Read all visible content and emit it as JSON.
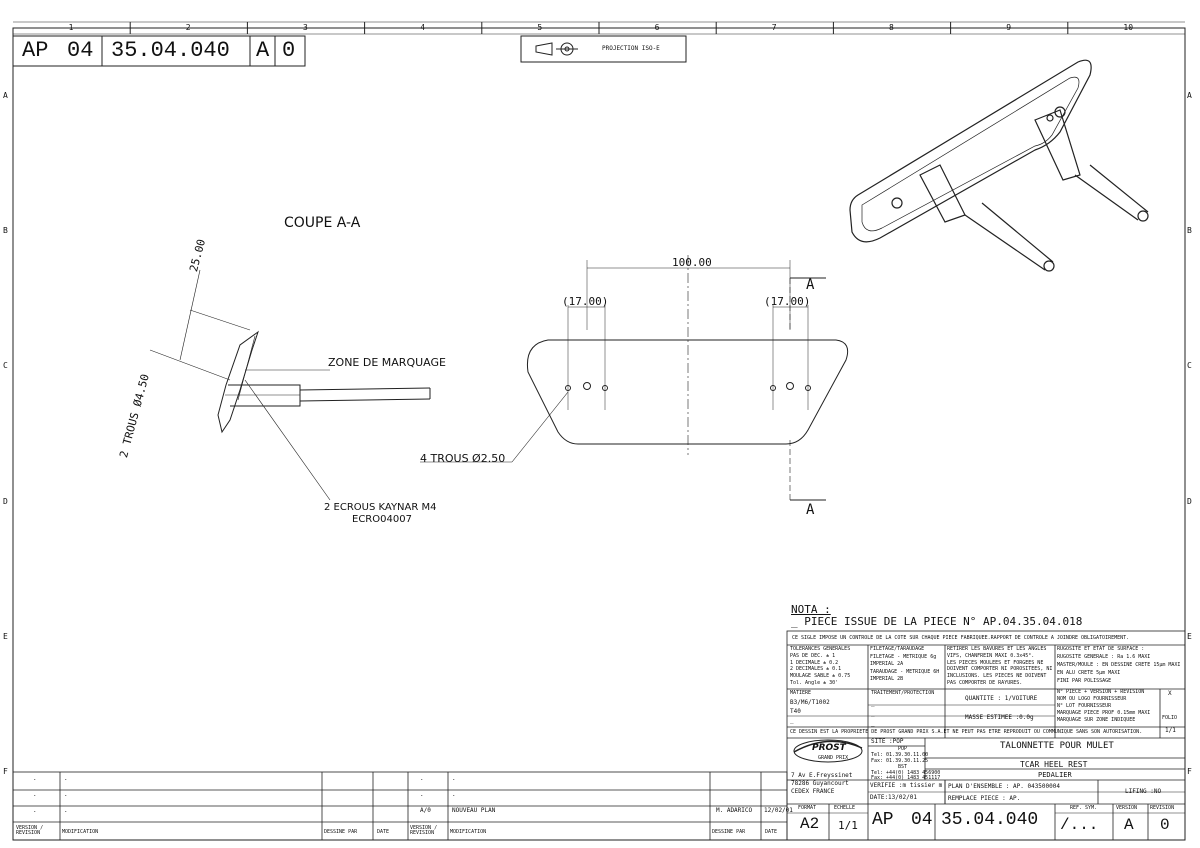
{
  "border": {
    "columns": [
      "1",
      "2",
      "3",
      "4",
      "5",
      "6",
      "7",
      "8",
      "9",
      "10"
    ],
    "rows": [
      "A",
      "B",
      "C",
      "D",
      "E",
      "F"
    ]
  },
  "header": {
    "doc_prefix": "AP",
    "doc_code1": "04",
    "doc_number": "35.04.040",
    "doc_letter": "A",
    "doc_version": "0",
    "projection_label": "PROJECTION ISO-E"
  },
  "section_view": {
    "title": "COUPE A-A",
    "dim_angle": "25.00",
    "dim_holes": "2 TROUS Ø4.50",
    "zone_label": "ZONE DE MARQUAGE",
    "nuts_line1": "2 ECROUS KAYNAR M4",
    "nuts_line2": "ECRO04007"
  },
  "front_view": {
    "dim_total": "100.00",
    "dim_left": "(17.00)",
    "dim_right": "(17.00)",
    "section_mark_top": "A",
    "section_mark_bottom": "A",
    "holes_label": "4 TROUS Ø2.50"
  },
  "note": {
    "title": "NOTA :",
    "text": "_ PIECE ISSUE DE LA PIECE N° AP.04.35.04.018"
  },
  "title_block": {
    "control_note": "CE SIGLE IMPOSE UN CONTROLE DE LA COTE SUR CHAQUE PIECE FABRIQUEE.RAPPORT DE CONTROLE A JOINDRE OBLIGATOIREMENT.",
    "tolerances": [
      "TOLERANCES GENERALES",
      "PAS DE DEC.   ± 1",
      "1 DECIMALE   ± 0.2",
      "2 DECIMALES   ± 0.1",
      "MOULAGE SABLE   ± 0.75",
      "Tol. Angle   ± 30'"
    ],
    "threads": [
      "FILETAGE/TARAUDAGE",
      "FILETAGE - METRIQUE 6g",
      "IMPERIAL 2A",
      "TARAUDAGE - METRIQUE 6H",
      "IMPERIAL 2B"
    ],
    "edges": [
      "RETIRER LES BAVURES ET LES ANGLES",
      "VIFS, CHANFREIN MAXI 0.3x45°.",
      "LES PIECES MOULEES ET FORGEES NE",
      "DOIVENT COMPORTER NI POROSITEES, NI",
      "INCLUSIONS. LES PIECES NE DOIVENT",
      "PAS COMPORTER DE RAYURES."
    ],
    "roughness": [
      "RUGOSITE ET ETAT DE SURFACE :",
      "RUGOSITE GENERALE : Ra 1.6 MAXI",
      "MASTER/MOULE : EN DESSINE CRETE 15µm MAXI",
      "EN ALU CRETE 5µm MAXI",
      "FINI PAR POLISSAGE"
    ],
    "matiere_label": "MATIERE",
    "matiere_value1": "B3/M6/T1002",
    "matiere_value2": "T40",
    "dash": "_",
    "treatment_label": "TRAITEMENT/PROTECTION",
    "quantity": "QUANTITE : 1/VOITURE",
    "mass": "MASSE ESTIMEE :0.0g",
    "piece_info": [
      "N° PIECE + VERSION + REVISION",
      "NOM OU LOGO FOURNISSEUR",
      "N° LOT FOURNISSEUR",
      "MARQUAGE PIECE PROF 0.15mm MAXI",
      "MARQUAGE SUR ZONE INDIQUEE"
    ],
    "x_box": "X",
    "folio_label": "FOLIO",
    "folio_value": "1/1",
    "property_note": "CE DESSIN EST LA PROPRIETE DE PROST GRAND PRIX S.A.ET NE PEUT PAS ETRE REPRODUIT OU COMMUNIQUE SANS SON AUTORISATION.",
    "company": "PROST",
    "company_sub": "GRAND PRIX",
    "address": [
      "7 Av E.Freyssinet",
      "78286 Guyancourt",
      "CEDEX FRANCE"
    ],
    "site": "SITE :POP",
    "site_pop": "POP",
    "site_pop_tel": "Tel: 01.39.30.11.00",
    "site_pop_fax": "Fax: 01.39.30.11.25",
    "site_bst": "BST",
    "site_bst_tel": "Tel: +44(0) 1483 456900",
    "site_bst_fax": "Fax: +44(0) 1483 451117",
    "verified": "VERIFIE :m tissier m",
    "date": "DATE:13/02/01",
    "title_fr": "TALONNETTE POUR MULET",
    "title_en": "TCAR HEEL REST",
    "subtitle": "PEDALIER",
    "plan_ensemble": "PLAN D'ENSEMBLE : AP. 043500004",
    "remplace": "REMPLACE PIECE : AP.",
    "lifting": "LIFING :NO",
    "format_label": "FORMAT",
    "format_value": "A2",
    "scale_label": "ECHELLE",
    "scale_value": "1/1",
    "ref_sym_label": "REF. SYM.",
    "ref_sym_value": "/...",
    "version_label": "VERSION",
    "revision_label": "REVISION",
    "version_value": "A",
    "revision_value": "0"
  },
  "revision_table": {
    "rows": [
      {
        "v": ".",
        "mod": ".",
        "by": ".",
        "date": ".",
        "v2": ".",
        "mod2": "."
      },
      {
        "v": ".",
        "mod": ".",
        "by": ".",
        "date": ".",
        "v2": ".",
        "mod2": "."
      },
      {
        "v": ".",
        "mod": ".",
        "by": ".",
        "date": ".",
        "v2": "A/0",
        "mod2": "NOUVEAU PLAN",
        "by2": "M. ADARICO",
        "date2": "12/02/01"
      }
    ],
    "h_version": "VERSION / REVISION",
    "h_modification": "MODIFICATION",
    "h_dessine": "DESSINE PAR",
    "h_date": "DATE"
  }
}
